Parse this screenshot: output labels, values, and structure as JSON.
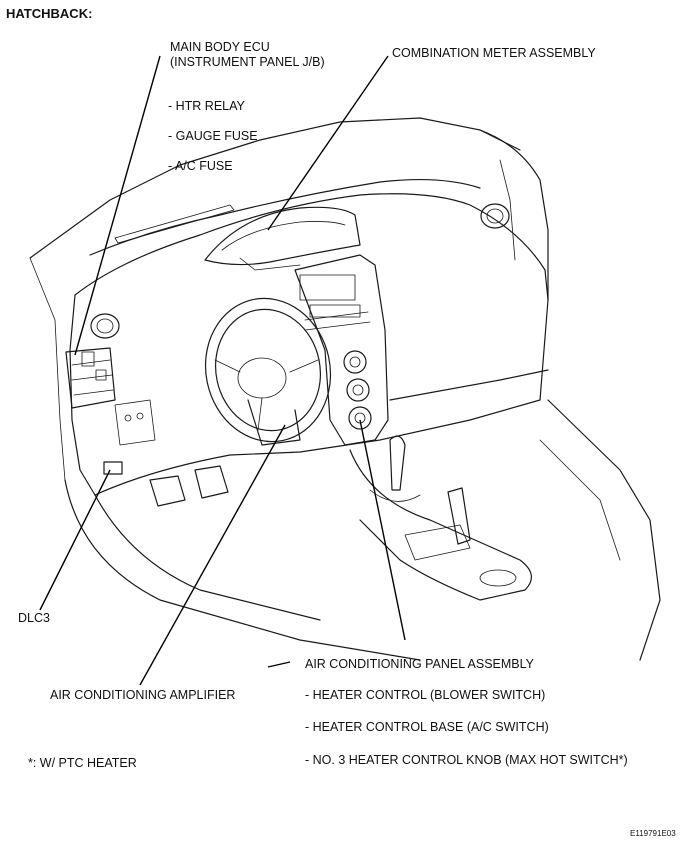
{
  "title": "HATCHBACK:",
  "labels": {
    "main_body_ecu_1": "MAIN BODY ECU",
    "main_body_ecu_2": "(INSTRUMENT PANEL J/B)",
    "htr_relay": "- HTR RELAY",
    "gauge_fuse": "- GAUGE FUSE",
    "ac_fuse": "- A/C FUSE",
    "combination_meter": "COMBINATION METER ASSEMBLY",
    "dlc3": "DLC3",
    "ac_panel": "AIR CONDITIONING PANEL ASSEMBLY",
    "ac_amplifier": "AIR CONDITIONING AMPLIFIER",
    "heater_control": "- HEATER CONTROL (BLOWER SWITCH)",
    "heater_control_base": "- HEATER CONTROL BASE (A/C SWITCH)",
    "heater_knob": "- NO. 3 HEATER CONTROL KNOB (MAX HOT SWITCH*)",
    "ptc_note": "*: W/ PTC HEATER",
    "figure_code": "E119791E03"
  }
}
